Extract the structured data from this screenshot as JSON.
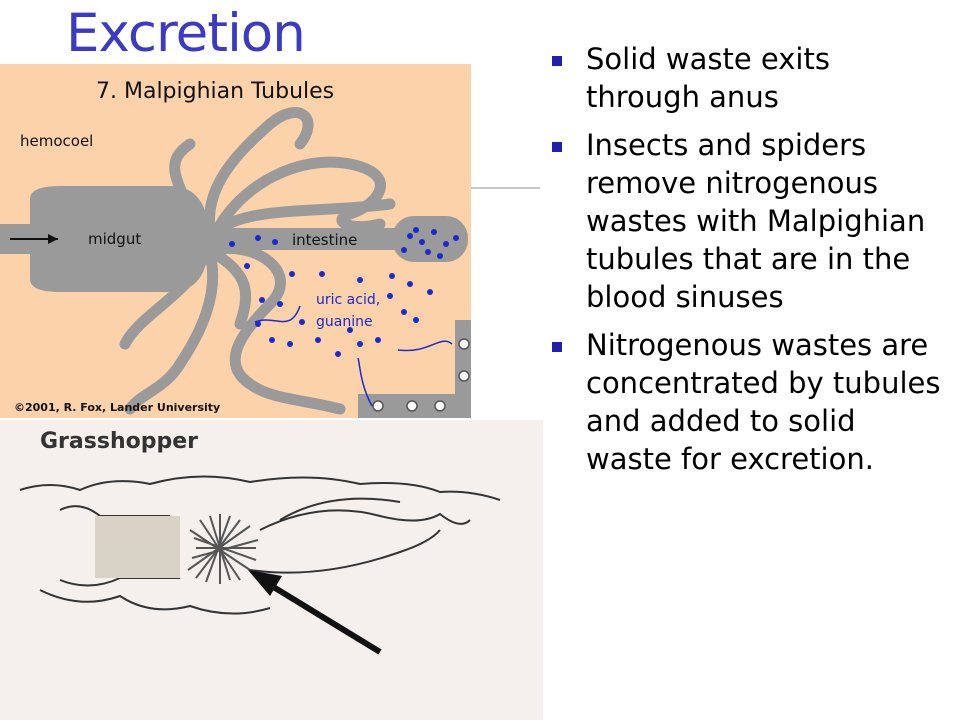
{
  "slide": {
    "title": "Excretion",
    "bullets": [
      "Solid waste exits through anus",
      "Insects and spiders remove nitrogenous wastes with Malpighian tubules that are in the blood sinuses",
      "Nitrogenous wastes are concentrated by tubules and added to solid waste for excretion."
    ]
  },
  "figure_top": {
    "heading": "7. Malpighian Tubules",
    "label_hemocoel": "hemocoel",
    "label_midgut": "midgut",
    "label_intestine": "intestine",
    "label_uric_line1": "uric acid,",
    "label_uric_line2": "guanine",
    "credit": "©2001, R. Fox, Lander University"
  },
  "figure_bottom": {
    "heading": "Grasshopper"
  },
  "colors": {
    "title": "#3a3ac4",
    "bullet_marker": "#2020a8",
    "diagram_bg": "#fcd2aa",
    "gut_gray": "#9a9a9a",
    "particle_blue": "#1a2ad0"
  }
}
